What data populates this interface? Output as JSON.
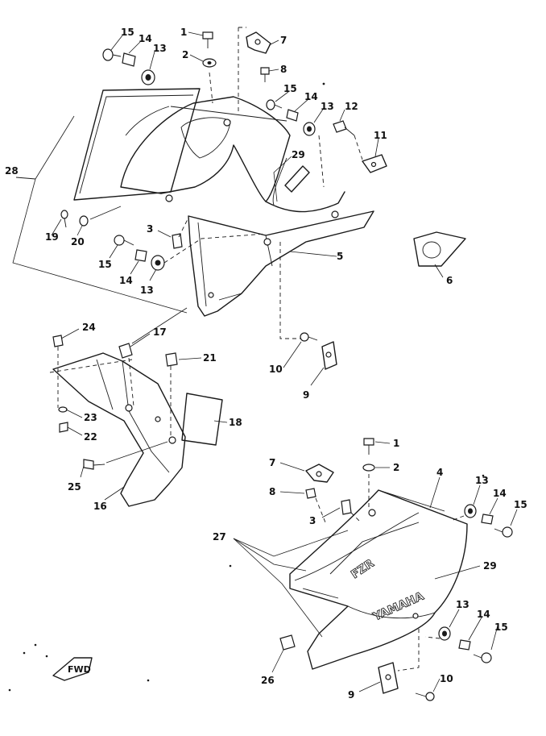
{
  "callouts": {
    "c1a": "1",
    "c2a": "2",
    "c3a": "3",
    "c5": "5",
    "c6": "6",
    "c7a": "7",
    "c8a": "8",
    "c11": "11",
    "c12": "12",
    "c13a": "13",
    "c13b": "13",
    "c13c": "13",
    "c14a": "14",
    "c14b": "14",
    "c14c": "14",
    "c15a": "15",
    "c15b": "15",
    "c15c": "15",
    "c19": "19",
    "c20": "20",
    "c28": "28",
    "c29a": "29",
    "c24": "24",
    "c17": "17",
    "c21": "21",
    "c23": "23",
    "c22": "22",
    "c25": "25",
    "c16": "16",
    "c18": "18",
    "c10a": "10",
    "c9a": "9",
    "c1b": "1",
    "c2b": "2",
    "c7b": "7",
    "c8b": "8",
    "c3b": "3",
    "c4": "4",
    "c13d": "13",
    "c14d": "14",
    "c15d": "15",
    "c27": "27",
    "c29b": "29",
    "c13e": "13",
    "c14e": "14",
    "c15e": "15",
    "c26": "26",
    "c9b": "9",
    "c10b": "10"
  },
  "decals": {
    "yamaha": "YAMAHA",
    "fzr": "FZR"
  },
  "fwd_label": "FWD"
}
